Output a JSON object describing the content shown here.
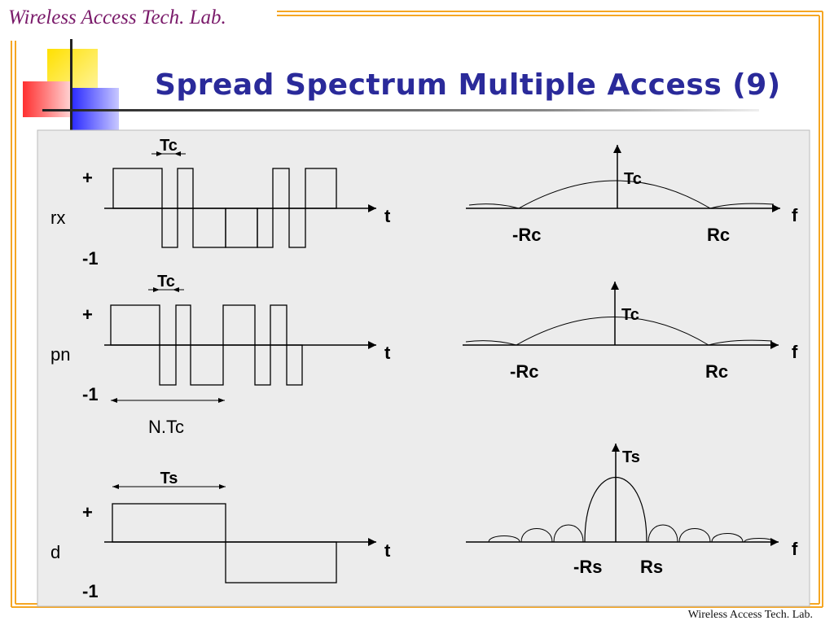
{
  "header": {
    "lab_name": "Wireless Access Tech. Lab.",
    "title": "Spread Spectrum Multiple Access (9)"
  },
  "footer": {
    "lab_name": "Wireless Access Tech. Lab."
  },
  "colors": {
    "title": "#2a2a9a",
    "lab_text": "#7a1a6a",
    "frame": "#f5a623",
    "deco_yellow": "#ffe000",
    "deco_red": "#ff3a3a",
    "deco_blue": "#2a2aff",
    "panel_bg": "#ececec"
  },
  "rows": [
    {
      "time_signal_label": "rx",
      "plus_label": "+",
      "minus_label": "-1",
      "time_axis_label": "t",
      "chip_width_label": "Tc",
      "freq_axis_label": "f",
      "freq_peak_label": "Tc",
      "freq_left_label": "-Rc",
      "freq_right_label": "Rc",
      "time_levels": [
        1,
        -1,
        1,
        -1,
        -1,
        -1,
        1,
        -1,
        1
      ]
    },
    {
      "time_signal_label": "pn",
      "plus_label": "+",
      "minus_label": "-1",
      "time_axis_label": "t",
      "chip_width_label": "Tc",
      "period_label": "N.Tc",
      "freq_axis_label": "f",
      "freq_peak_label": "Tc",
      "freq_left_label": "-Rc",
      "freq_right_label": "Rc",
      "time_levels": [
        1,
        -1,
        1,
        -1,
        1,
        -1,
        1,
        -1
      ]
    },
    {
      "time_signal_label": "d",
      "plus_label": "+",
      "minus_label": "-1",
      "time_axis_label": "t",
      "symbol_width_label": "Ts",
      "freq_axis_label": "f",
      "freq_peak_label": "Ts",
      "freq_left_label": "-Rs",
      "freq_right_label": "Rs",
      "time_levels": [
        1,
        -1
      ]
    }
  ]
}
